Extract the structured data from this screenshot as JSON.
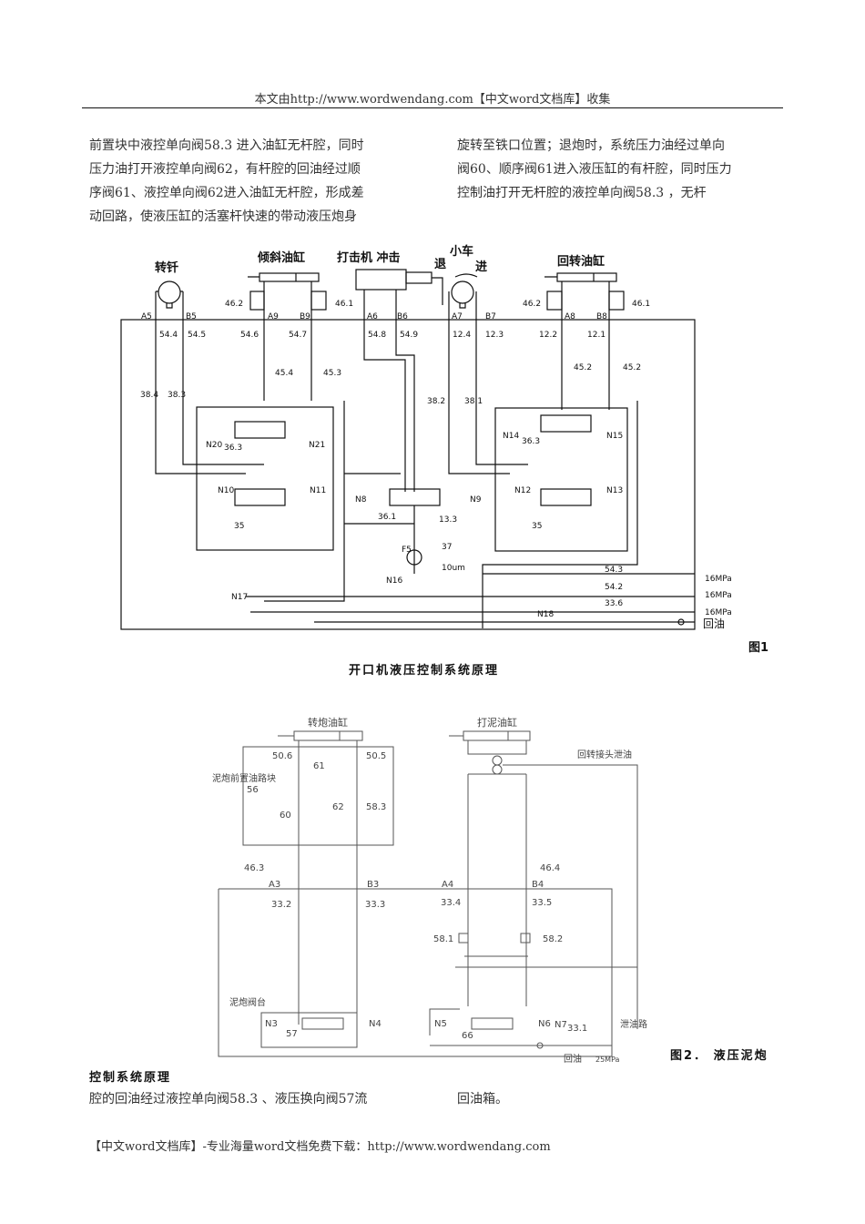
{
  "header": {
    "text": "本文由http://www.wordwendang.com【中文word文档库】收集"
  },
  "body_left": [
    "前置块中液控单向阀58.3 进入油缸无杆腔，同时",
    "压力油打开液控单向阀62，有杆腔的回油经过顺",
    "序阀61、液控单向阀62进入油缸无杆腔，形成差",
    "动回路，使液压缸的活塞杆快速的带动液压炮身"
  ],
  "body_right": [
    "旋转至铁口位置；退炮时，系统压力油经过单向",
    "阀60、顺序阀61进入液压缸的有杆腔，同时压力",
    "控制油打开无杆腔的液控单向阀58.3 ，无杆"
  ],
  "figure1": {
    "number": "图1",
    "title": "开口机液压控制系统原理",
    "headings": {
      "zhuanqian": "转钎",
      "qingxie": "倾斜油缸",
      "daji": "打击机 冲击",
      "xiaoche": "小车",
      "tui": "退",
      "jin": "进",
      "huizhuan": "回转油缸"
    },
    "ports": [
      "A5",
      "B5",
      "A9",
      "B9",
      "A6",
      "B6",
      "A7",
      "B7",
      "A8",
      "B8"
    ],
    "valves": {
      "v462L": "46.2",
      "v461L": "46.1",
      "v462R": "46.2",
      "v461R": "46.1",
      "v544": "54.4",
      "v545": "54.5",
      "v546": "54.6",
      "v547": "54.7",
      "v548": "54.8",
      "v549": "54.9",
      "v124": "12.4",
      "v123": "12.3",
      "v122": "12.2",
      "v121": "12.1",
      "v454": "45.4",
      "v453": "45.3",
      "v452a": "45.2",
      "v452b": "45.2",
      "v384": "38.4",
      "v383": "38.3",
      "v382": "38.2",
      "v381": "38.1",
      "v363L": "36.3",
      "v363R": "36.3",
      "v361": "36.1",
      "v133": "13.3",
      "v35L": "35",
      "v35R": "35",
      "v543": "54.3",
      "v542": "54.2",
      "v336": "33.6",
      "f5": "F5",
      "v37": "37",
      "filter": "10um"
    },
    "nodes": [
      "N20",
      "N21",
      "N10",
      "N11",
      "N8",
      "N9",
      "N14",
      "N15",
      "N12",
      "N13",
      "N16",
      "N17",
      "N18"
    ],
    "pressures": [
      "16MPa",
      "16MPa",
      "16MPa"
    ],
    "return": "回油"
  },
  "figure2": {
    "title_part1": "图2． 液压泥炮",
    "title_part2": "控制系统原理",
    "cyl_left": "转炮油缸",
    "cyl_right": "打泥油缸",
    "block_label": "泥炮前置油路块",
    "rotary_leak": "回转接头泄油",
    "valve_table": "泥炮阀台",
    "leak_line": "泄油路",
    "return": "回油",
    "pressure": "25MPa",
    "labels": {
      "v506": "50.6",
      "v505": "50.5",
      "v61": "61",
      "v56": "56",
      "v62": "62",
      "v583": "58.3",
      "v60": "60",
      "v463": "46.3",
      "v464": "46.4",
      "A3": "A3",
      "B3": "B3",
      "A4": "A4",
      "B4": "B4",
      "v332": "33.2",
      "v333": "33.3",
      "v334": "33.4",
      "v335": "33.5",
      "v581": "58.1",
      "v582": "58.2",
      "N3": "N3",
      "N4": "N4",
      "v57": "57",
      "N5": "N5",
      "N6": "N6",
      "N7": "N7",
      "v66": "66",
      "v331": "33.1"
    }
  },
  "body_bottom_left": "腔的回油经过液控单向阀58.3 、液压换向阀57流",
  "body_bottom_right": "回油箱。",
  "footer": {
    "text": "【中文word文档库】-专业海量word文档免费下载：http://www.wordwendang.com"
  }
}
